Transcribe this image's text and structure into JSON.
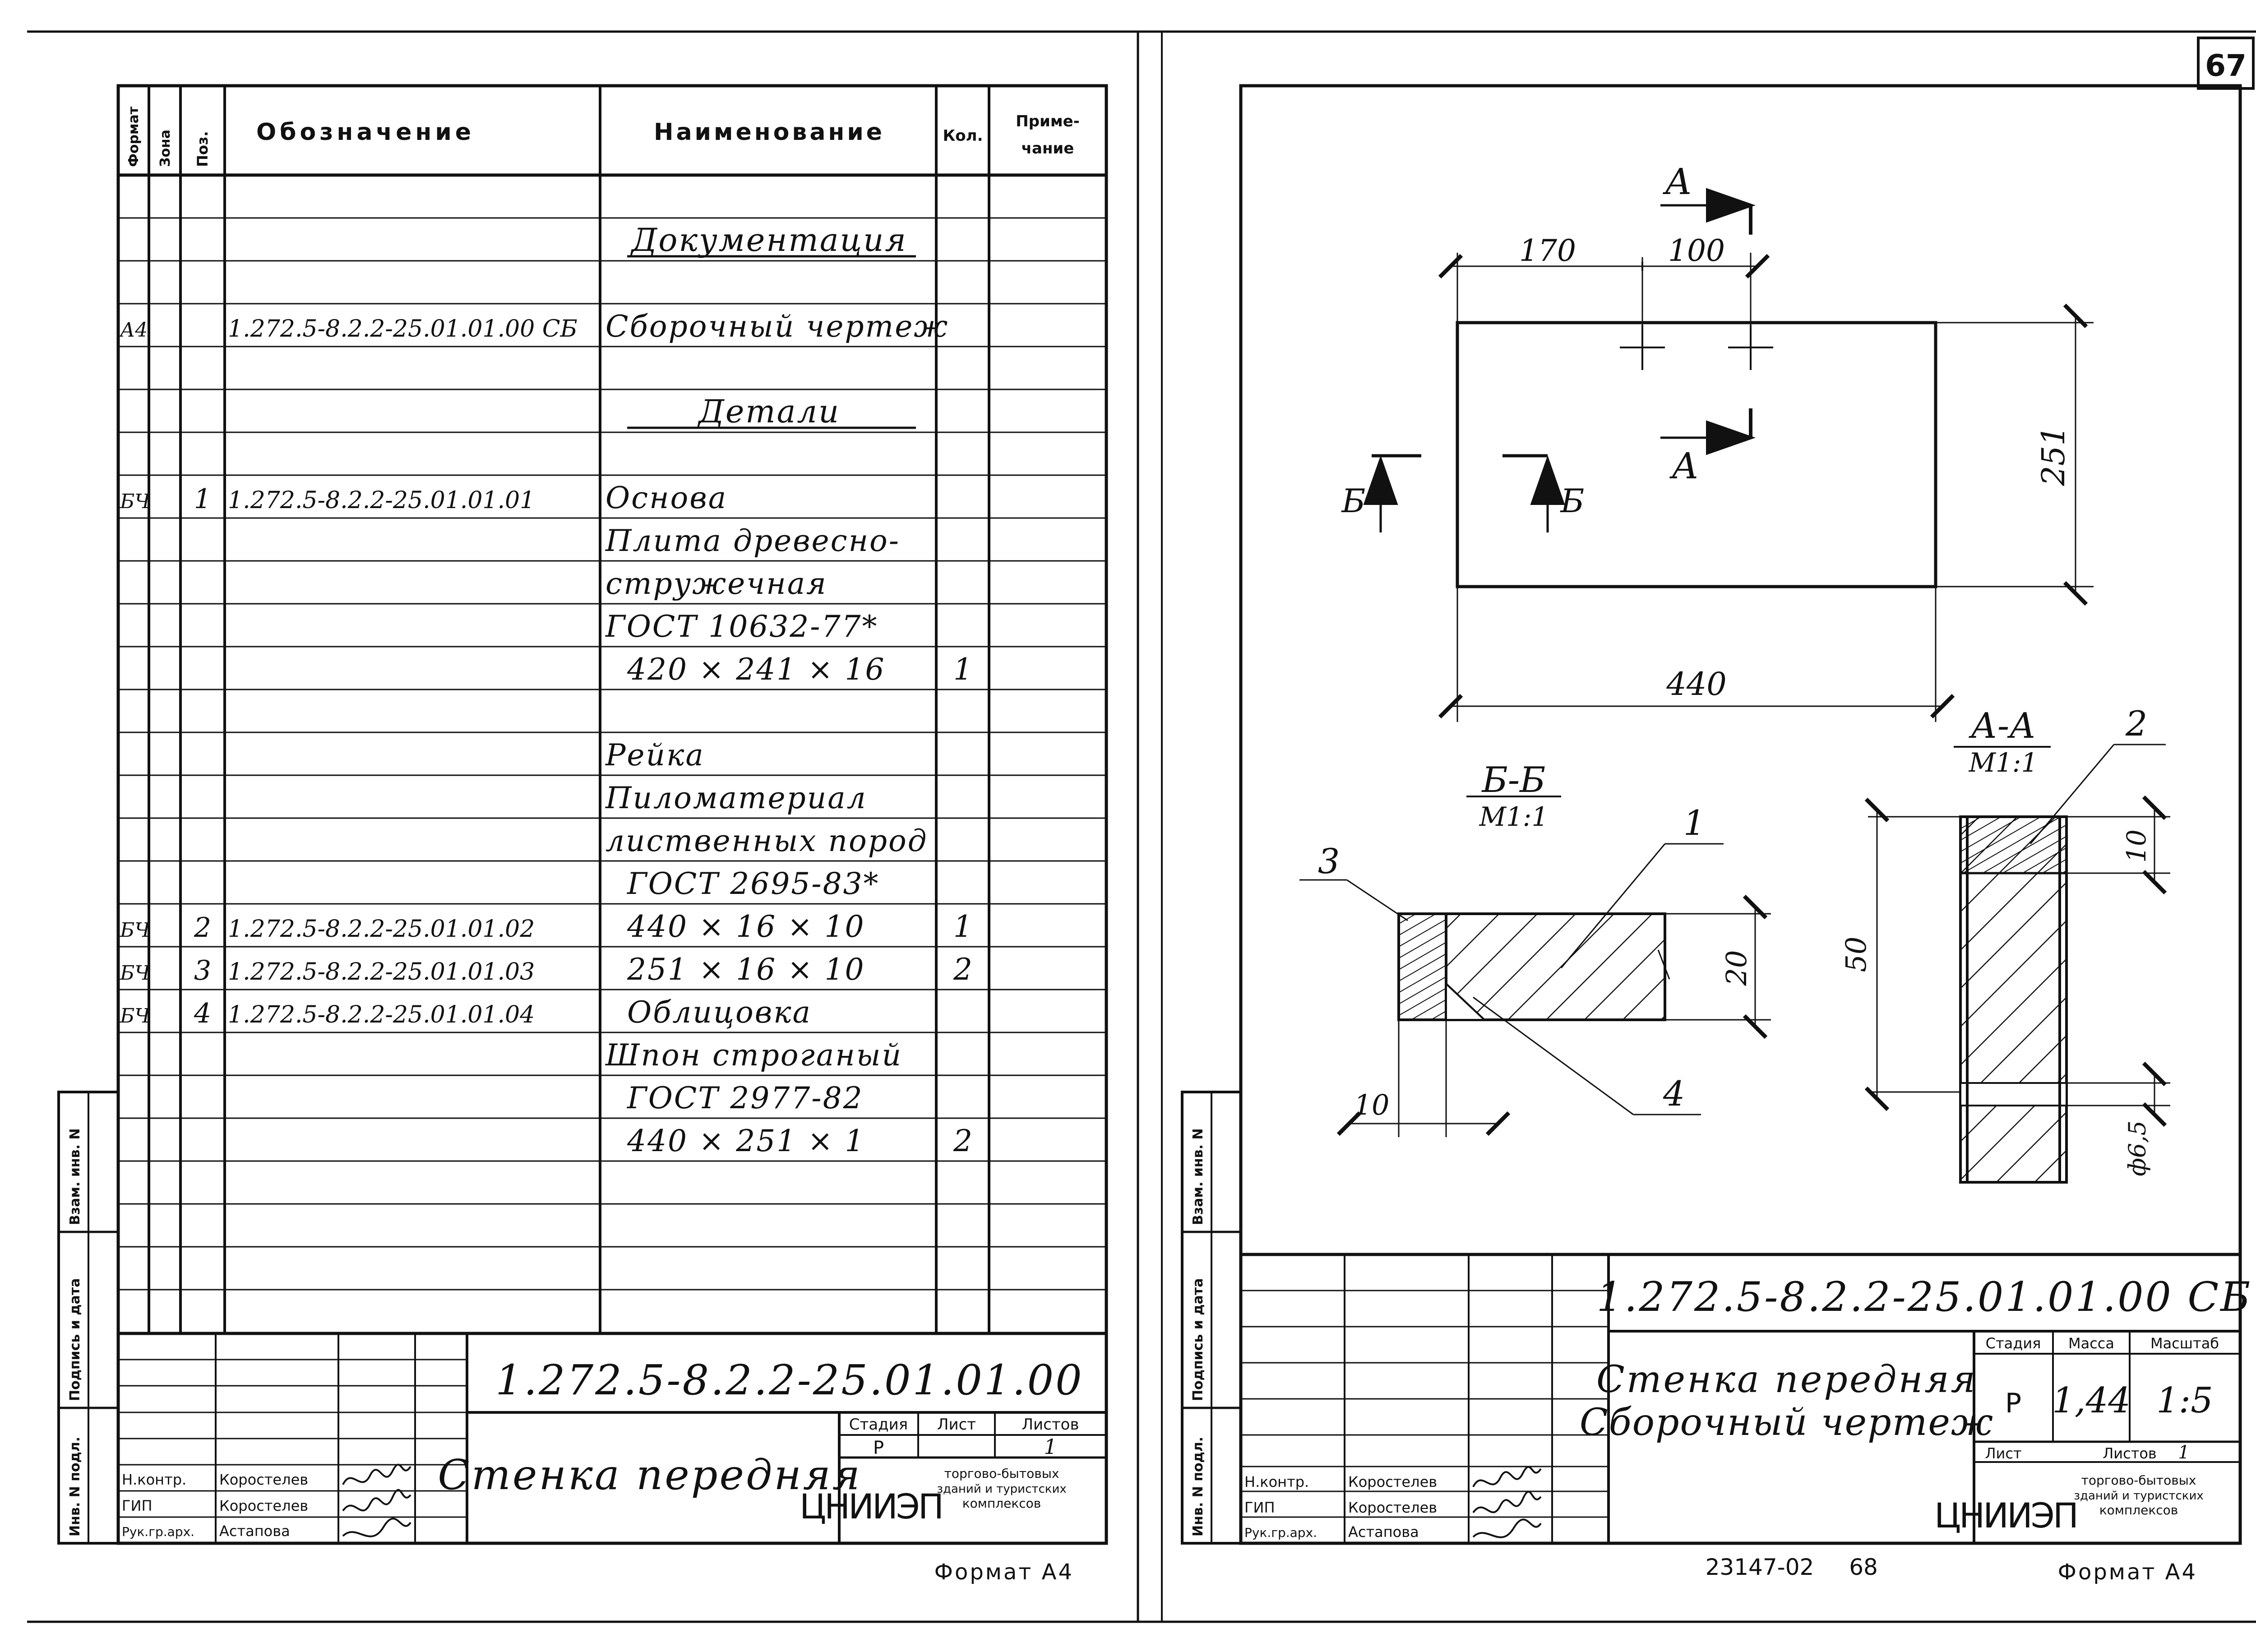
{
  "page_number": "67",
  "left_sheet": {
    "headers": {
      "format": "Формат",
      "zone": "Зона",
      "pos": "Поз.",
      "designation": "Обозначение",
      "name": "Наименование",
      "qty": "Кол.",
      "note": "Приме-чание"
    },
    "rows": [
      {
        "fmt": "",
        "pos": "",
        "des": "",
        "name": "Документация",
        "qty": "",
        "style": "section"
      },
      {
        "fmt": "А4",
        "pos": "",
        "des": "1.272.5-8.2.2-25.01.01.00 СБ",
        "name": "Сборочный чертеж",
        "qty": "",
        "style": "item"
      },
      {
        "fmt": "",
        "pos": "",
        "des": "",
        "name": "Детали",
        "qty": "",
        "style": "section"
      },
      {
        "fmt": "БЧ",
        "pos": "1",
        "des": "1.272.5-8.2.2-25.01.01.01",
        "name": "Основа",
        "qty": "",
        "style": "item"
      },
      {
        "fmt": "",
        "pos": "",
        "des": "",
        "name": "Плита древесно-",
        "qty": "",
        "style": "item"
      },
      {
        "fmt": "",
        "pos": "",
        "des": "",
        "name": "стружечная",
        "qty": "",
        "style": "item"
      },
      {
        "fmt": "",
        "pos": "",
        "des": "",
        "name": "ГОСТ 10632-77*",
        "qty": "",
        "style": "item"
      },
      {
        "fmt": "",
        "pos": "",
        "des": "",
        "name": "420 × 241 × 16",
        "qty": "1",
        "style": "indent"
      },
      {
        "fmt": "",
        "pos": "",
        "des": "",
        "name": "Рейка",
        "qty": "",
        "style": "item"
      },
      {
        "fmt": "",
        "pos": "",
        "des": "",
        "name": "Пиломатериал",
        "qty": "",
        "style": "item"
      },
      {
        "fmt": "",
        "pos": "",
        "des": "",
        "name": "лиственных пород",
        "qty": "",
        "style": "item"
      },
      {
        "fmt": "",
        "pos": "",
        "des": "",
        "name": "ГОСТ 2695-83*",
        "qty": "",
        "style": "indent"
      },
      {
        "fmt": "БЧ",
        "pos": "2",
        "des": "1.272.5-8.2.2-25.01.01.02",
        "name": "440 × 16 × 10",
        "qty": "1",
        "style": "indent"
      },
      {
        "fmt": "БЧ",
        "pos": "3",
        "des": "1.272.5-8.2.2-25.01.01.03",
        "name": "251 × 16 × 10",
        "qty": "2",
        "style": "indent"
      },
      {
        "fmt": "БЧ",
        "pos": "4",
        "des": "1.272.5-8.2.2-25.01.01.04",
        "name": "Облицовка",
        "qty": "",
        "style": "indent"
      },
      {
        "fmt": "",
        "pos": "",
        "des": "",
        "name": "Шпон строганый",
        "qty": "",
        "style": "item"
      },
      {
        "fmt": "",
        "pos": "",
        "des": "",
        "name": "ГОСТ 2977-82",
        "qty": "",
        "style": "indent"
      },
      {
        "fmt": "",
        "pos": "",
        "des": "",
        "name": "440 × 251 × 1",
        "qty": "2",
        "style": "indent"
      }
    ],
    "side_labels": {
      "inv_podl": "Инв. N подл.",
      "podpis_data": "Подпись и дата",
      "vzam_inv": "Взам. инв. N"
    },
    "title_block": {
      "designation": "1.272.5-8.2.2-25.01.01.00",
      "title": "Стенка передняя",
      "stage_label": "Стадия",
      "sheet_label": "Лист",
      "sheets_label": "Листов",
      "stage": "Р",
      "sheets": "1",
      "roles": [
        "Н.контр.",
        "ГИП",
        "Рук.гр.арх."
      ],
      "names": [
        "Коростелев",
        "Коростелев",
        "Астапова"
      ],
      "org_logo": "ЦНИИЭП",
      "org_name_1": "торгово-бытовых",
      "org_name_2": "зданий и туристских",
      "org_name_3": "комплексов"
    },
    "format_label": "Формат А4"
  },
  "right_sheet": {
    "dimensions": {
      "d170": "170",
      "d100": "100",
      "d251": "251",
      "d440": "440",
      "d20": "20",
      "d10a": "10",
      "d10b": "10",
      "d50": "50",
      "d_hole": "ф6,5"
    },
    "section_marks": {
      "a": "А",
      "b": "Б",
      "bb_title": "Б-Б",
      "bb_scale": "М1:1",
      "aa_title": "А-А",
      "aa_scale": "М1:1"
    },
    "callouts": [
      "1",
      "2",
      "3",
      "4"
    ],
    "side_labels": {
      "inv_podl": "Инв. N подл.",
      "podpis_data": "Подпись и дата",
      "vzam_inv": "Взам. инв. N"
    },
    "title_block": {
      "designation": "1.272.5-8.2.2-25.01.01.00 СБ",
      "title_line1": "Стенка передняя",
      "title_line2": "Сборочный чертеж",
      "stage_label": "Стадия",
      "mass_label": "Масса",
      "scale_label": "Масштаб",
      "stage": "Р",
      "mass": "1,44",
      "scale": "1:5",
      "sheet_label": "Лист",
      "sheets_label": "Листов",
      "sheets": "1",
      "roles": [
        "Н.контр.",
        "ГИП",
        "Рук.гр.арх."
      ],
      "names": [
        "Коростелев",
        "Коростелев",
        "Астапова"
      ],
      "org_logo": "ЦНИИЭП",
      "org_name_1": "торгово-бытовых",
      "org_name_2": "зданий и туристских",
      "org_name_3": "комплексов"
    },
    "archive_number": "23147-02",
    "archive_page": "68",
    "format_label": "Формат А4"
  }
}
